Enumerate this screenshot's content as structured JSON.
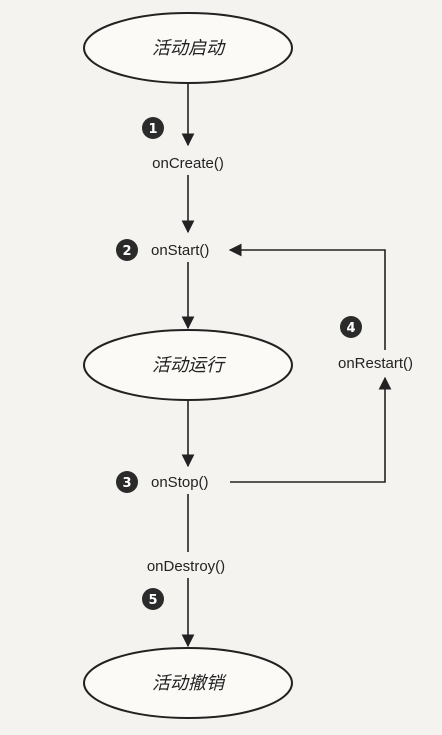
{
  "states": {
    "launch": "活动启动",
    "running": "活动运行",
    "destroyed": "活动撤销"
  },
  "callbacks": {
    "on_create": "onCreate()",
    "on_start": "onStart()",
    "on_stop": "onStop()",
    "on_restart": "onRestart()",
    "on_destroy": "onDestroy()"
  },
  "steps": [
    "1",
    "2",
    "3",
    "4",
    "5"
  ],
  "colors": {
    "ink": "#222222",
    "badge": "#2b2b2b",
    "ellipse_fill": "#fbfaf7"
  }
}
